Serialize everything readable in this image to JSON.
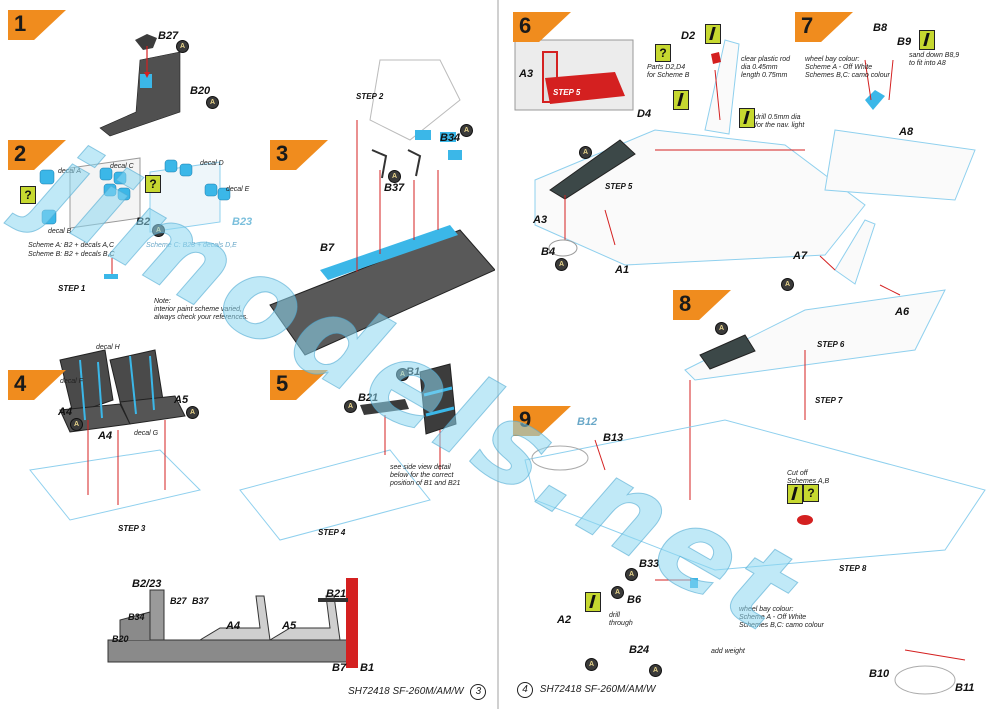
{
  "left_page": {
    "steps": [
      "1",
      "2",
      "3",
      "4",
      "5"
    ],
    "step1": {
      "parts": [
        "B27",
        "B20"
      ]
    },
    "step2": {
      "decals": [
        "decal A",
        "decal B",
        "decal C",
        "decal D",
        "decal E"
      ],
      "parts": [
        "B2",
        "B23"
      ],
      "scheme_a": "Scheme A: B2 + decals A,C",
      "scheme_b": "Scheme B: B2 + decals B,C",
      "scheme_c": "Scheme C: B23 + decals D,E",
      "sub_label": "STEP 1",
      "note": "Note:\ninterior paint scheme varied,\nalways check your references."
    },
    "step3": {
      "parts": [
        "B34",
        "B37",
        "B7"
      ],
      "sub_label": "STEP 2"
    },
    "step4": {
      "decals": [
        "decal H",
        "decal F",
        "decal G"
      ],
      "parts": [
        "A4",
        "A4",
        "A5"
      ],
      "sub_label": "STEP 3"
    },
    "step5": {
      "parts": [
        "B1",
        "B21"
      ],
      "note": "see side view detail\nbelow for the correct\nposition of B1 and B21",
      "sub_label": "STEP 4"
    },
    "side_view": {
      "parts": [
        "B2/23",
        "B34",
        "B27",
        "B37",
        "B20",
        "A4",
        "A5",
        "B21",
        "B7",
        "B1"
      ]
    },
    "footer": "SH72418 SF-260M/AM/W",
    "page_number": "3"
  },
  "right_page": {
    "steps": [
      "6",
      "7",
      "8",
      "9"
    ],
    "step6": {
      "inset_parts": [
        "A3"
      ],
      "inset_label": "STEP 5",
      "parts": [
        "D2",
        "D4",
        "A3",
        "B4",
        "A1"
      ],
      "note_parts": "Parts D2,D4\nfor Scheme B",
      "note_rod": "clear plastic rod\ndia 0.45mm\nlength 0.75mm",
      "note_drill": "drill 0.5mm dia\nfor the nav. light",
      "sub_label": "STEP 5"
    },
    "step7": {
      "parts": [
        "B8",
        "B9",
        "A8"
      ],
      "note_bay": "wheel bay colour:\nScheme A - Off White\nSchemes B,C: camo colour",
      "note_sand": "sand down B8,9\nto fit into A8"
    },
    "step8": {
      "parts": [
        "A7",
        "A6"
      ],
      "sub_label": "STEP 6",
      "sub_label2": "STEP 7"
    },
    "step9": {
      "parts": [
        "B12",
        "B13",
        "B33",
        "B6",
        "A2",
        "B24",
        "B10",
        "B11"
      ],
      "note_cut": "Cut off\nSchemes A,B",
      "note_drill": "drill\nthrough",
      "note_bay": "wheel bay colour:\nScheme A - Off White\nSchemes B,C: camo colour",
      "note_weight": "add weight",
      "sub_label": "STEP 8"
    },
    "footer": "SH72418 SF-260M/AM/W",
    "page_number": "4"
  },
  "watermark": "jimodels.net",
  "colors": {
    "accent_orange": "#f08c1e",
    "arrow_red": "#d42020",
    "part_blue": "#3bb7e8",
    "outline_blue": "#8fd0ee",
    "glue_yellow": "#c6d830",
    "plastic_gray": "#555555"
  }
}
